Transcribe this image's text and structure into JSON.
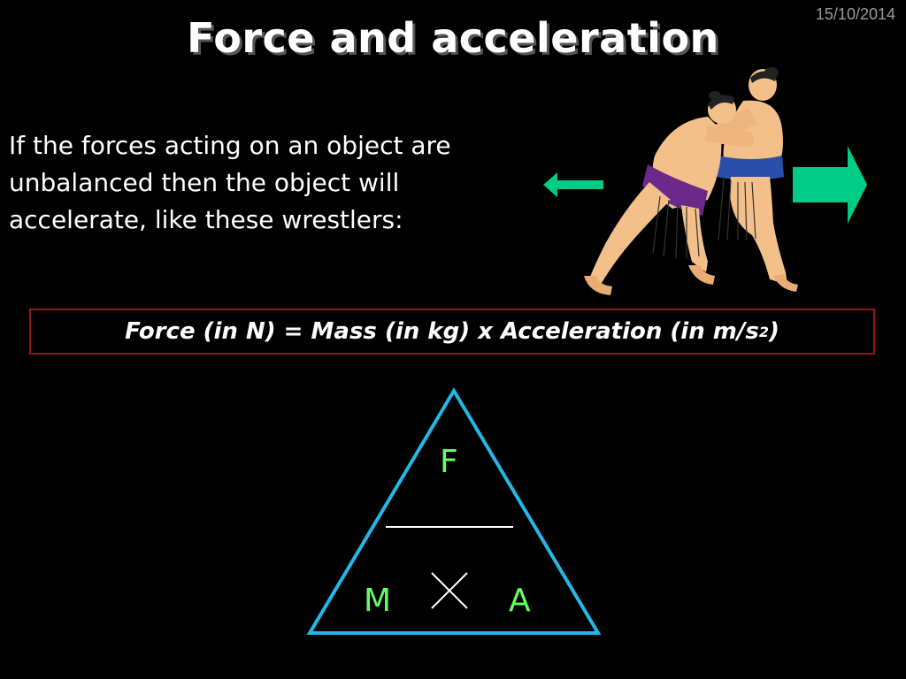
{
  "slide": {
    "date": "15/10/2014",
    "title": "Force and acceleration",
    "body_text": "If the forces acting on an object are unbalanced then the object will accelerate, like these wrestlers:",
    "formula": {
      "main": "Force (in N) = Mass (in kg) x Acceleration (in m/s",
      "superscript": "2",
      "end": ")"
    },
    "triangle": {
      "top": "F",
      "bottom_left": "M",
      "bottom_right": "A"
    }
  },
  "colors": {
    "background": "#000000",
    "arrow": "#00cc88",
    "triangle_stroke": "#22b8e8",
    "triangle_letters": "#66ff66",
    "formula_border": "#8b1a1a"
  },
  "icons": {
    "left_arrow": "left-arrow-icon",
    "right_arrow": "right-arrow-icon",
    "wrestlers": "sumo-wrestlers-illustration"
  }
}
